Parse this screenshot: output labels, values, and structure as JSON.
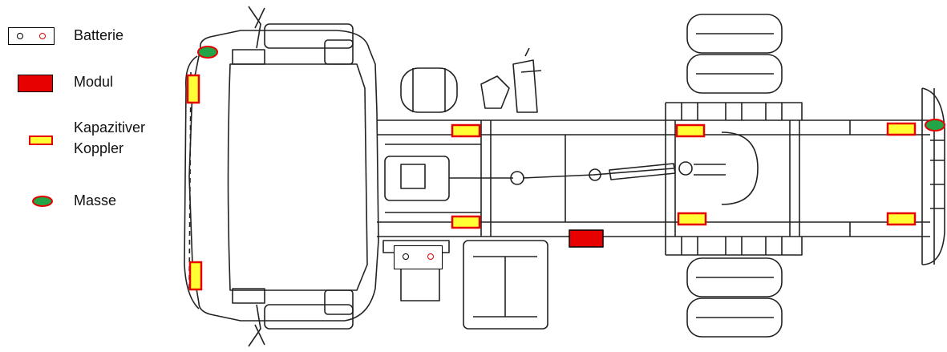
{
  "legend": {
    "battery": {
      "label": "Batterie"
    },
    "module": {
      "label": "Modul"
    },
    "coupler": {
      "label_line1": "Kapazitiver",
      "label_line2": "Koppler"
    },
    "ground": {
      "label": "Masse"
    }
  },
  "colors": {
    "module_fill": "#e60000",
    "coupler_fill": "#ffff33",
    "coupler_border": "#e60000",
    "ground_fill": "#22a447",
    "ground_border": "#e60000",
    "battery_positive": "#e00000"
  },
  "markers": {
    "couplers": [
      "cab-left-upper",
      "cab-left-lower",
      "frame-top-1",
      "frame-bottom-1",
      "frame-top-2",
      "frame-bottom-2",
      "frame-top-3",
      "frame-bottom-3"
    ],
    "grounds": [
      "cab-corner",
      "frame-rear-end"
    ],
    "modules": [
      "frame-underside"
    ],
    "batteries": [
      "battery-box"
    ]
  }
}
